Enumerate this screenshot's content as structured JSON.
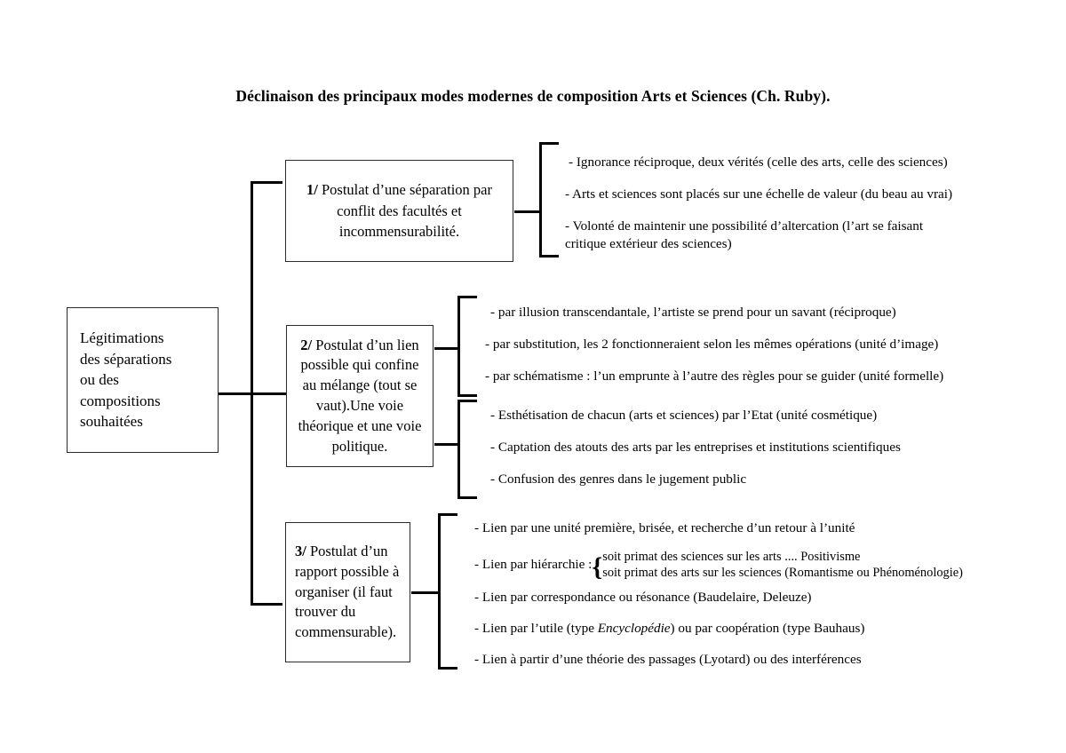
{
  "title": "Déclinaison des principaux modes modernes de composition Arts et Sciences (Ch. Ruby).",
  "root_box": {
    "line1": "Légitimations",
    "line2": "des séparations",
    "line3": "ou des",
    "line4": "compositions",
    "line5": "souhaitées"
  },
  "postulates": [
    {
      "number": "1/",
      "text": " Postulat d’une séparation par conflit des facultés et incommensurabilité."
    },
    {
      "number": "2/",
      "text": " Postulat d’un lien possible qui confine au mélange (tout se vaut).Une voie théorique et une voie politique."
    },
    {
      "number": "3/",
      "text": " Postulat d’un rapport possible à organiser  (il faut trouver du commensurable)."
    }
  ],
  "groups": {
    "group1": {
      "items": [
        "- Ignorance réciproque, deux vérités (celle des arts, celle des sciences)",
        "- Arts et sciences sont placés sur une échelle de valeur (du beau au vrai)",
        "- Volonté de maintenir une possibilité d’altercation (l’art se faisant critique extérieur des sciences)"
      ]
    },
    "group2": {
      "items": [
        "- par illusion transcendantale, l’artiste se prend pour un savant (réciproque)",
        "- par substitution, les 2 fonctionneraient selon les mêmes opérations (unité d’image)",
        "- par schématisme : l’un emprunte à l’autre des règles pour se guider (unité formelle)"
      ]
    },
    "group3": {
      "items": [
        "- Esthétisation de chacun (arts et sciences) par l’Etat (unité cosmétique)",
        "- Captation des atouts des arts par les entreprises et institutions scientifiques",
        "- Confusion des genres dans le jugement public"
      ]
    },
    "group4": {
      "item1": "- Lien par une unité première, brisée, et recherche d’un retour à l’unité",
      "item2_label": "- Lien par hiérarchie : ",
      "item2_brace": "{",
      "item2_sub1": "soit primat des sciences sur les arts .... Positivisme",
      "item2_sub2": "soit primat des arts sur les sciences (Romantisme  ou Phénoménologie)",
      "item3": "- Lien par correspondance ou résonance (Baudelaire, Deleuze)",
      "item4_pre": "- Lien par l’utile (type ",
      "item4_italic": "Encyclopédie",
      "item4_post": ") ou par coopération (type Bauhaus)",
      "item5": "- Lien à partir d’une théorie des passages (Lyotard) ou des interférences"
    }
  },
  "colors": {
    "ink": "#000000",
    "box_border": "#2b2b2b",
    "background": "#ffffff"
  }
}
